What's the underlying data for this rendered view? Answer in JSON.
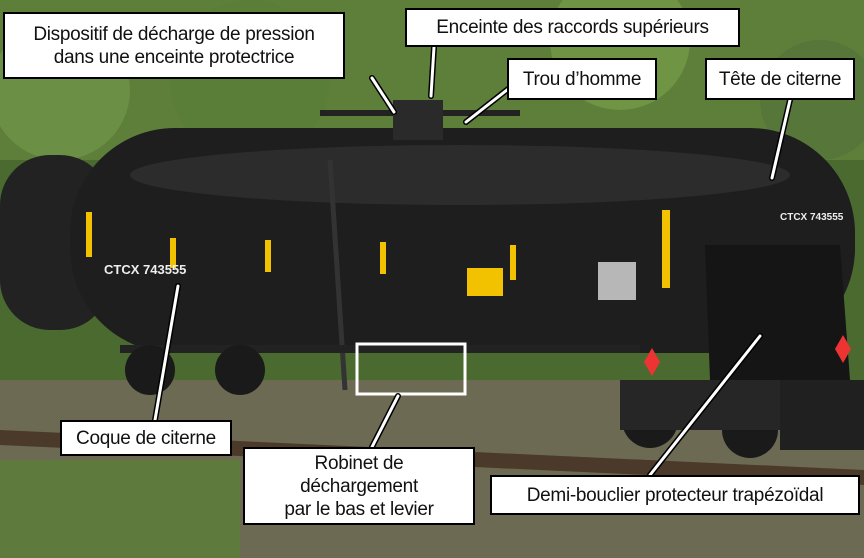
{
  "labels": {
    "pressure_relief": [
      "Dispositif de décharge de pression",
      "dans une enceinte protectrice"
    ],
    "top_fittings": "Enceinte des raccords supérieurs",
    "manway": "Trou d’homme",
    "tank_head": "Tête de citerne",
    "tank_shell": "Coque de citerne",
    "bottom_valve": [
      "Robinet de",
      "déchargement",
      "par le bas et levier"
    ],
    "head_shield": "Demi-bouclier protecteur trapézoïdal"
  },
  "car_markings": {
    "side": "CTCX 743555",
    "end": "CTCX 743555"
  },
  "colors": {
    "tank": "#1c1c1c",
    "foliage": "#4f6b35",
    "stripe": "#f2c200"
  }
}
